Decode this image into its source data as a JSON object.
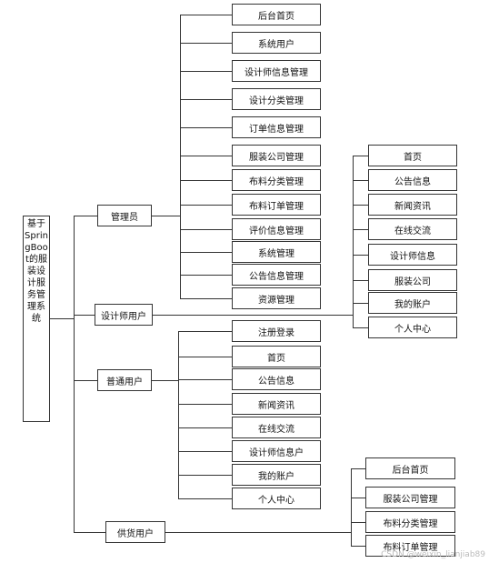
{
  "root": "基于SpringBoot的服装设计服务管理系统",
  "roles": {
    "admin": {
      "label": "管理员",
      "items": [
        "后台首页",
        "系统用户",
        "设计师信息管理",
        "设计分类管理",
        "订单信息管理",
        "服装公司管理",
        "布料分类管理",
        "布料订单管理",
        "评价信息管理",
        "系统管理",
        "公告信息管理",
        "资源管理"
      ]
    },
    "designer": {
      "label": "设计师用户",
      "items": [
        "首页",
        "公告信息",
        "新闻资讯",
        "在线交流",
        "设计师信息",
        "服装公司",
        "我的账户",
        "个人中心"
      ]
    },
    "user": {
      "label": "普通用户",
      "items": [
        "注册登录",
        "首页",
        "公告信息",
        "新闻资讯",
        "在线交流",
        "设计师信息户",
        "我的账户",
        "个人中心"
      ]
    },
    "supplier": {
      "label": "供货用户",
      "items": [
        "后台首页",
        "服装公司管理",
        "布料分类管理",
        "布料订单管理"
      ]
    }
  },
  "watermark": "CSDN @weixin_lianjiab89"
}
